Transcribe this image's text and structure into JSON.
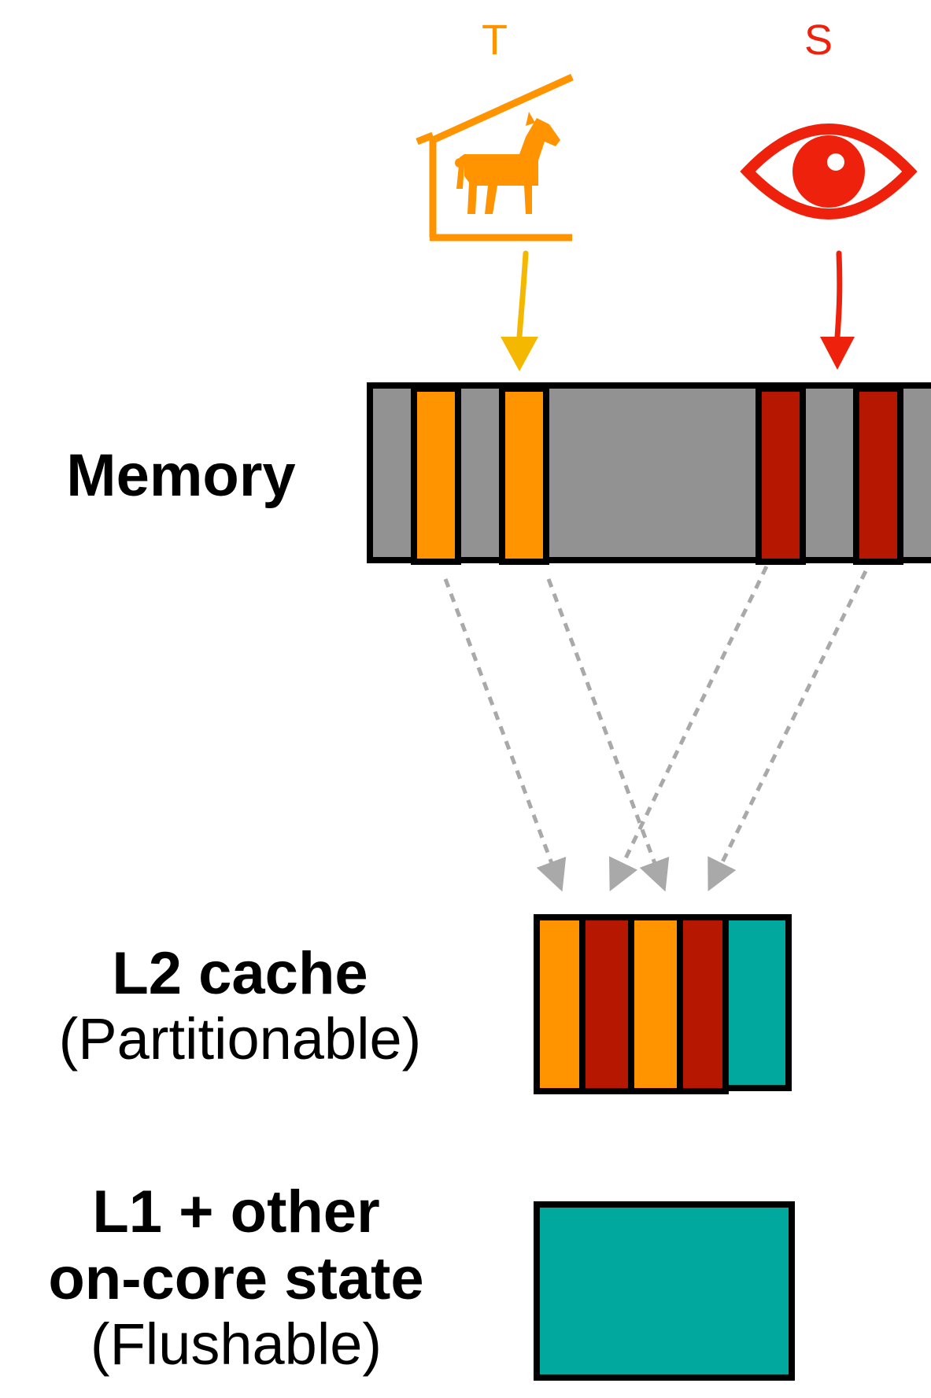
{
  "agents": {
    "trojan": {
      "letter": "T",
      "color": "#FF9300",
      "icon": "horse-in-stable-icon",
      "arrow_color": "#F5B800"
    },
    "spy": {
      "letter": "S",
      "color": "#EE220C",
      "icon": "eye-icon"
    }
  },
  "memory": {
    "label": "Memory",
    "colors": {
      "bar": "#929292",
      "trojan_line": "#FF9300",
      "spy_line": "#B51700",
      "border": "#000000"
    }
  },
  "l2": {
    "title": "L2 cache",
    "subtitle": "(Partitionable)",
    "colors": [
      "#FF9300",
      "#B51700",
      "#FF9300",
      "#B51700",
      "#00A89D"
    ]
  },
  "l1": {
    "title_line1": "L1 + other",
    "title_line2": "on-core state",
    "subtitle": "(Flushable)",
    "color": "#00A89D"
  },
  "mapping_arrow_color": "#A9A9A9"
}
